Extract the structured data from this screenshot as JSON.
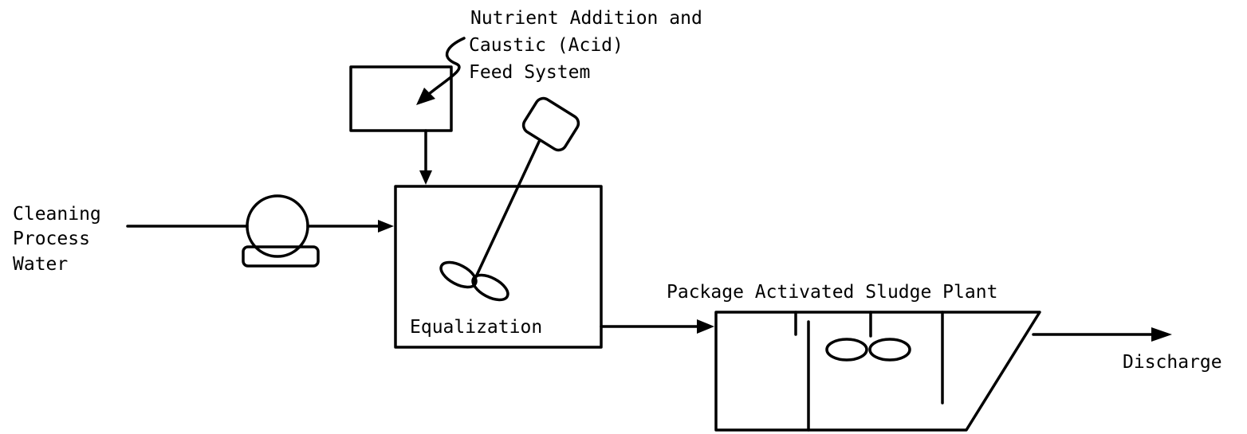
{
  "labels": {
    "nutrient_line1": "Nutrient Addition and",
    "nutrient_line2": "Caustic (Acid)",
    "nutrient_line3": "Feed System",
    "inlet_line1": "Cleaning",
    "inlet_line2": "Process",
    "inlet_line3": "Water",
    "equalization": "Equalization",
    "plant": "Package Activated Sludge Plant",
    "discharge": "Discharge"
  }
}
